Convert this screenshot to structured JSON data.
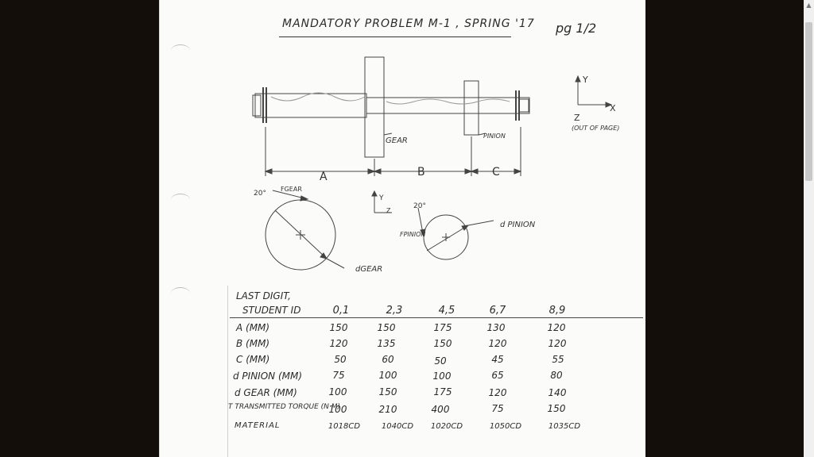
{
  "document": {
    "title": "MANDATORY PROBLEM   M-1  ,   SPRING '17",
    "page_number": "pg 1/2",
    "figure": {
      "gear_label": "GEAR",
      "pinion_label": "PINION",
      "dim_a": "A",
      "dim_b": "B",
      "dim_c": "C",
      "axis_y": "Y",
      "axis_x": "X",
      "axis_z": "Z",
      "out_of_page": "(OUT OF PAGE)",
      "angle_gear": "20°",
      "f_gear": "FGEAR",
      "d_gear": "dGEAR",
      "angle_pinion": "20°",
      "f_pinion": "FPINION",
      "d_pinion": "d PINION",
      "small_axis_y": "Y",
      "small_axis_z": "Z"
    },
    "table": {
      "header_line1": "LAST DIGIT,",
      "header_line2": "STUDENT ID",
      "columns": [
        "0,1",
        "2,3",
        "4,5",
        "6,7",
        "8,9"
      ],
      "rows": [
        {
          "label": "A (MM)",
          "values": [
            "150",
            "150",
            "175",
            "130",
            "120"
          ]
        },
        {
          "label": "B (MM)",
          "values": [
            "120",
            "135",
            "150",
            "120",
            "120"
          ]
        },
        {
          "label": "C (MM)",
          "values": [
            "50",
            "60",
            "50",
            "45",
            "55"
          ]
        },
        {
          "label": "d PINION (MM)",
          "values": [
            "75",
            "100",
            "100",
            "65",
            "80"
          ]
        },
        {
          "label": "d GEAR (MM)",
          "values": [
            "100",
            "150",
            "175",
            "120",
            "140"
          ]
        },
        {
          "label": "T TRANSMITTED TORQUE (N·M)",
          "values": [
            "100",
            "210",
            "400",
            "75",
            "150"
          ]
        },
        {
          "label": "MATERIAL",
          "values": [
            "1018CD",
            "1040CD",
            "1020CD",
            "1050CD",
            "1035CD"
          ]
        }
      ]
    }
  }
}
